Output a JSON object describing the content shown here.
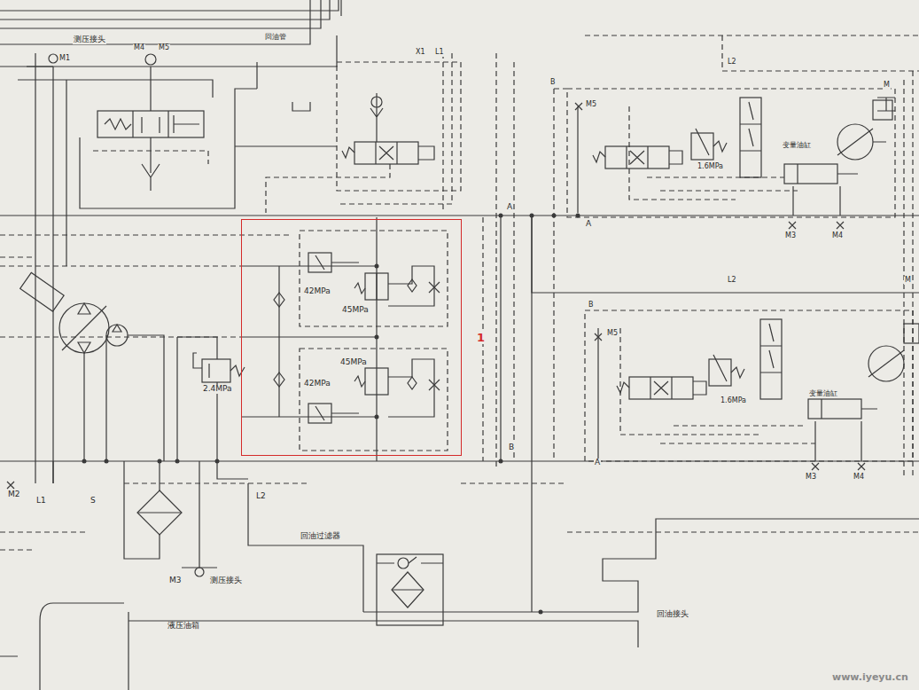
{
  "diagram": {
    "nodes": [
      {
        "text": [
          "1"
        ]
      }
    ],
    "labels": [
      "测压接头",
      "M1",
      "M4",
      "M5",
      "回油管",
      "X1",
      "L1",
      "L2",
      "B",
      "M5",
      "1.6MPa",
      "变量油缸",
      "A",
      "A",
      "M3",
      "M4",
      "42MPa",
      "45MPa",
      "45MPa",
      "42MPa",
      "2.4MPa",
      "L2",
      "B",
      "M5",
      "1.6MPa",
      "变量油缸",
      "B",
      "A",
      "M3",
      "M4",
      "M2",
      "L1",
      "S",
      "L2",
      "M3",
      "测压接头",
      "回油过滤器",
      "回油接头",
      "液压油箱",
      "www.iyeyu.cn",
      "M",
      "M"
    ]
  }
}
